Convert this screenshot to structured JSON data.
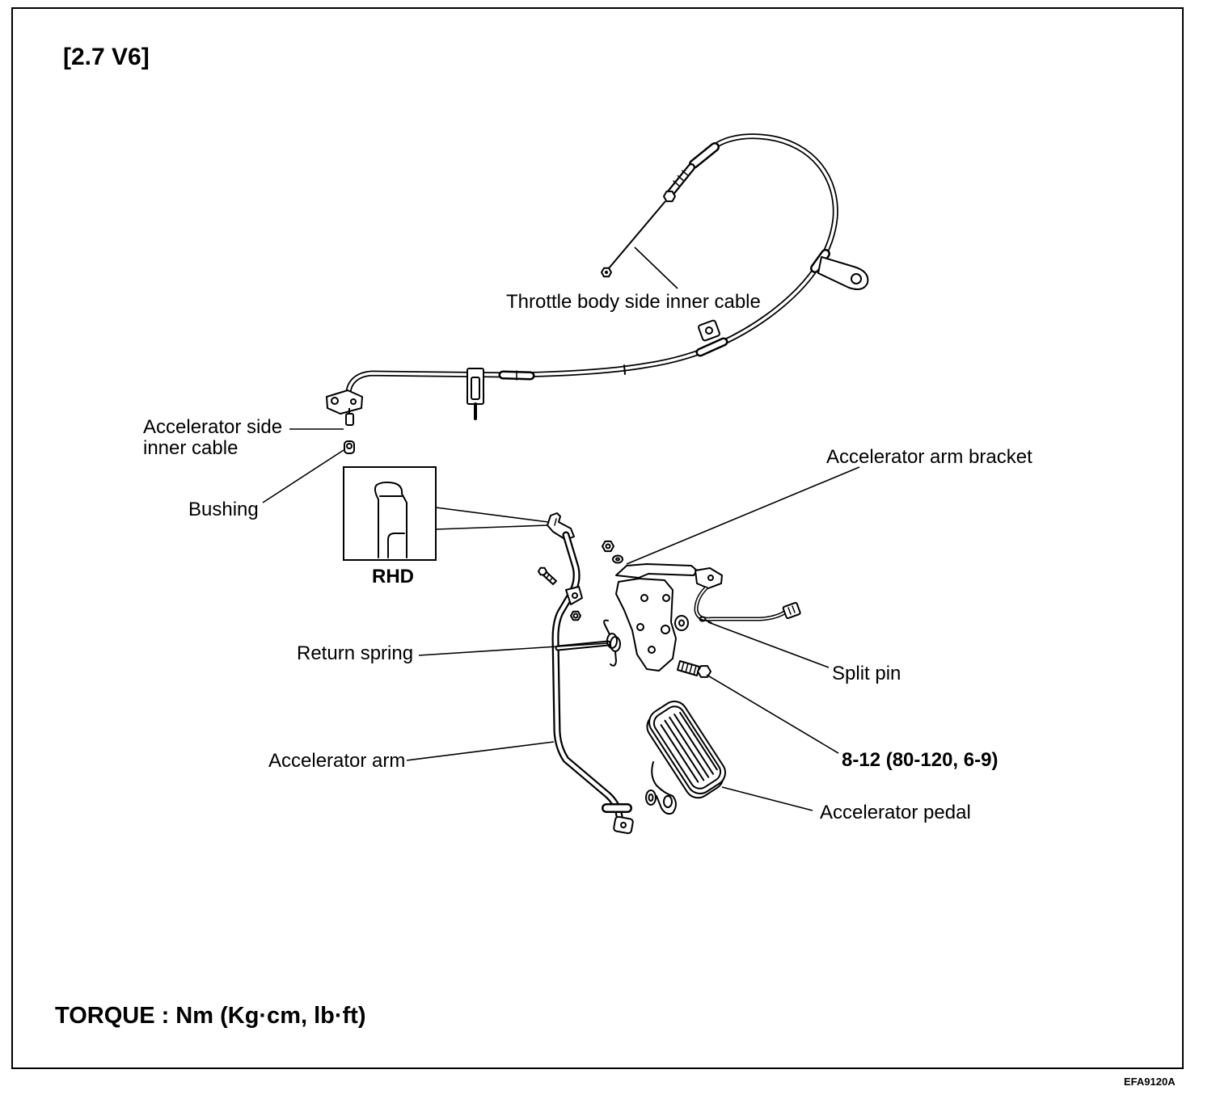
{
  "header": {
    "title": "[2.7 V6]"
  },
  "labels": {
    "throttle_body_side_inner_cable": "Throttle body side inner cable",
    "accelerator_side_inner_cable": [
      "Accelerator side",
      "inner cable"
    ],
    "bushing": "Bushing",
    "rhd": "RHD",
    "accelerator_arm_bracket": "Accelerator arm bracket",
    "return_spring": "Return spring",
    "split_pin": "Split pin",
    "accelerator_arm": "Accelerator arm",
    "torque_spec": "8-12 (80-120, 6-9)",
    "accelerator_pedal": "Accelerator pedal"
  },
  "footer": {
    "torque_units": "TORQUE : Nm (Kg·cm, lb·ft)",
    "figure_code": "EFA9120A"
  }
}
